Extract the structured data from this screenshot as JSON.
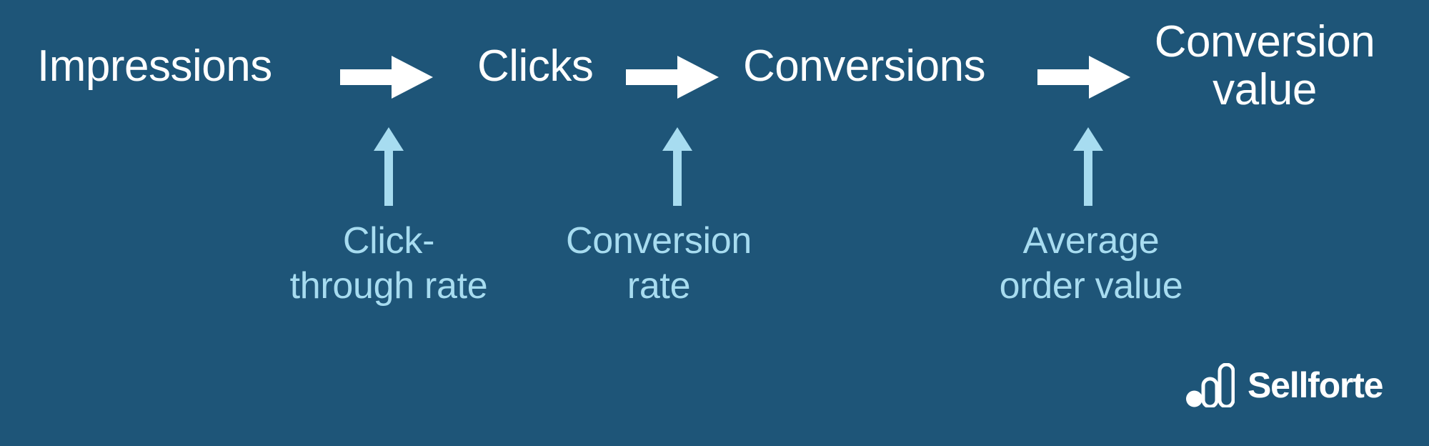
{
  "background_color": "#1e5578",
  "colors": {
    "background": "#1e5578",
    "stage_text": "#ffffff",
    "stage_arrow": "#ffffff",
    "metric_text": "#a7dcf0",
    "metric_arrow": "#a7dcf0",
    "brand_text": "#ffffff"
  },
  "funnel": {
    "stages": [
      {
        "id": "impressions",
        "label": "Impressions"
      },
      {
        "id": "clicks",
        "label": "Clicks"
      },
      {
        "id": "conversions",
        "label": "Conversions"
      },
      {
        "id": "conversion-value",
        "label": "Conversion\nvalue"
      }
    ],
    "connectors": [
      {
        "id": "arrow-impressions-to-clicks",
        "icon": "arrow-right-icon"
      },
      {
        "id": "arrow-clicks-to-conversions",
        "icon": "arrow-right-icon"
      },
      {
        "id": "arrow-conversions-to-conversion-value",
        "icon": "arrow-right-icon"
      }
    ]
  },
  "metrics": [
    {
      "id": "click-through-rate",
      "label": "Click-\nthrough rate",
      "connector_icon": "arrow-up-icon",
      "between": "Impressions → Clicks"
    },
    {
      "id": "conversion-rate",
      "label": "Conversion\nrate",
      "connector_icon": "arrow-up-icon",
      "between": "Clicks → Conversions"
    },
    {
      "id": "average-order-value",
      "label": "Average\norder value",
      "connector_icon": "arrow-up-icon",
      "between": "Conversions → Conversion value"
    }
  ],
  "brand": {
    "name": "Sellforte",
    "mark_icon": "sellforte-bars-icon"
  }
}
